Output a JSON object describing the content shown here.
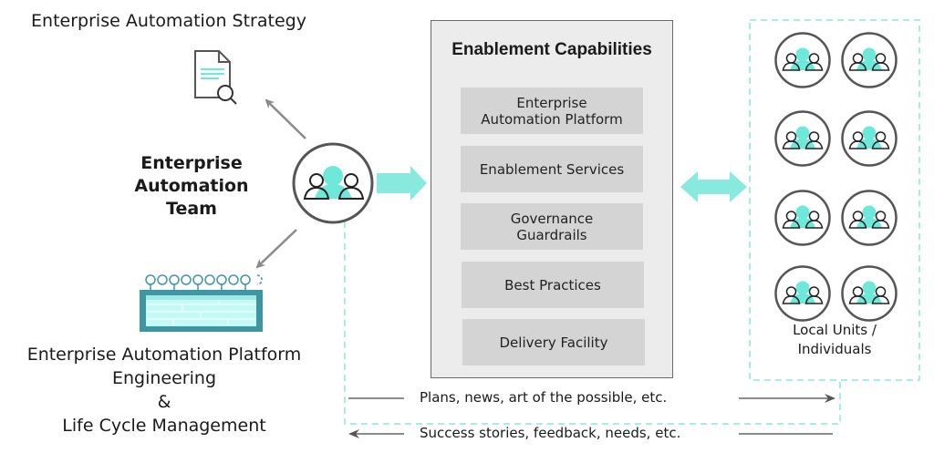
{
  "left": {
    "strategy_label": "Enterprise Automation Strategy",
    "team_label_lines": [
      "Enterprise",
      "Automation",
      "Team"
    ],
    "platform_label_lines": [
      "Enterprise Automation Platform",
      "Engineering",
      "&",
      "Life Cycle Management"
    ]
  },
  "capabilities": {
    "title": "Enablement Capabilities",
    "items": [
      {
        "label_lines": [
          "Enterprise",
          "Automation Platform"
        ]
      },
      {
        "label_lines": [
          "Enablement Services"
        ]
      },
      {
        "label_lines": [
          "Governance",
          "Guardrails"
        ]
      },
      {
        "label_lines": [
          "Best Practices"
        ]
      },
      {
        "label_lines": [
          "Delivery Facility"
        ]
      }
    ]
  },
  "local_units": {
    "label_lines": [
      "Local Units /",
      "Individuals"
    ],
    "group_count": 8
  },
  "flows": {
    "outbound": "Plans, news, art of the possible, etc.",
    "inbound": "Success stories, feedback, needs, etc."
  },
  "icons": {
    "strategy": "document-search-icon",
    "team": "team-group-icon",
    "platform": "platform-server-icon",
    "local_unit": "group-icon"
  },
  "colors": {
    "accent": "#6ee8d9",
    "accent_arrow": "#88e9de",
    "outline": "#555555",
    "arrow_gray": "#8a8a8a",
    "box_fill": "#ececec",
    "item_fill": "#d4d4d4",
    "platform_dark": "#3f96a3",
    "platform_light": "#c4faf5"
  }
}
